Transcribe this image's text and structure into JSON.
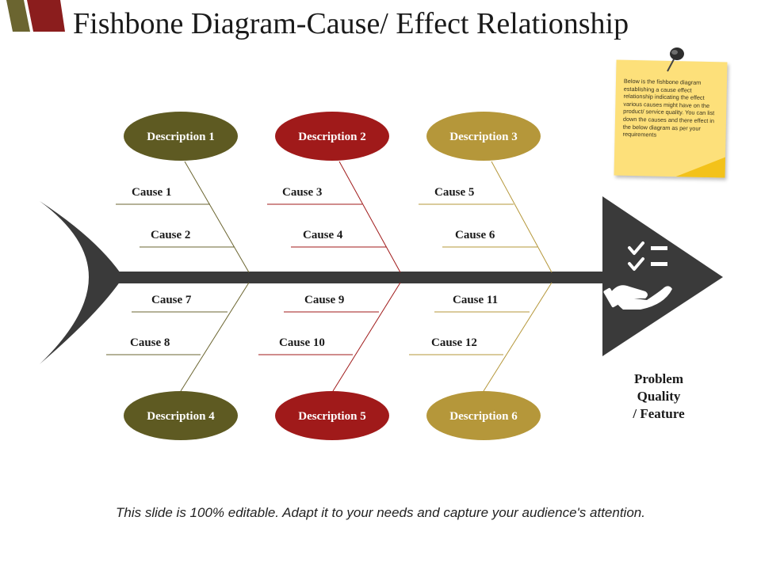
{
  "slide": {
    "title": "Fishbone Diagram-Cause/ Effect Relationship",
    "footer": "This slide is 100% editable. Adapt it to your needs and capture your audience's attention."
  },
  "note": {
    "text": "Below is the fishbone diagram establishing a cause effect relationship indicating the effect various causes might have on the product/ service quality. You can list down the causes and there effect in the below diagram as per your requirements"
  },
  "problem": {
    "line1": "Problem",
    "line2": "Quality",
    "line3": "/ Feature"
  },
  "colors": {
    "olive": "#5e5a22",
    "red": "#a01a1a",
    "gold": "#b5973a",
    "spine": "#3a3a3a",
    "note": "#fde07a",
    "accent_dark_red": "#8b1d1d"
  },
  "icon": {
    "name": "checklist-hand-icon"
  },
  "descriptions": [
    {
      "label": "Description 1",
      "color": "#5e5a22"
    },
    {
      "label": "Description 2",
      "color": "#a01a1a"
    },
    {
      "label": "Description 3",
      "color": "#b5973a"
    },
    {
      "label": "Description 4",
      "color": "#5e5a22"
    },
    {
      "label": "Description 5",
      "color": "#a01a1a"
    },
    {
      "label": "Description 6",
      "color": "#b5973a"
    }
  ],
  "causes": [
    "Cause 1",
    "Cause 2",
    "Cause 3",
    "Cause 4",
    "Cause 5",
    "Cause 6",
    "Cause 7",
    "Cause 8",
    "Cause 9",
    "Cause 10",
    "Cause 11",
    "Cause 12"
  ]
}
